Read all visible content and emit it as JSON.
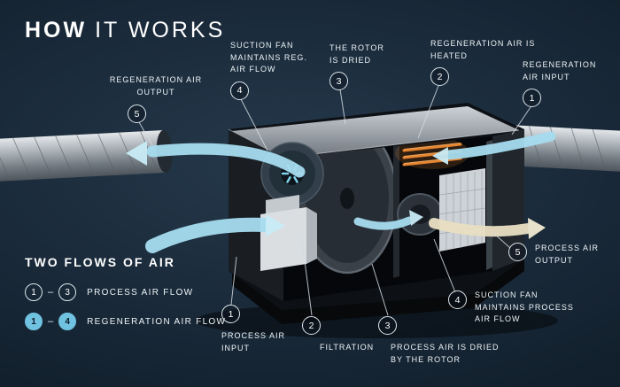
{
  "title": {
    "bold": "HOW",
    "light": "IT WORKS"
  },
  "callouts": [
    {
      "id": "regeneration-air-output",
      "num": "5",
      "label": "REGENERATION AIR OUTPUT"
    },
    {
      "id": "suction-fan-reg-air-flow",
      "num": "4",
      "label": "SUCTION FAN MAINTAINS REG. AIR FLOW"
    },
    {
      "id": "rotor-is-dried",
      "num": "3",
      "label": "THE ROTOR IS DRIED"
    },
    {
      "id": "regeneration-air-heated",
      "num": "2",
      "label": "REGENERATION AIR IS HEATED"
    },
    {
      "id": "regeneration-air-input",
      "num": "1",
      "label": "REGENERATION AIR INPUT"
    },
    {
      "id": "process-air-input",
      "num": "1",
      "label": "PROCESS AIR INPUT"
    },
    {
      "id": "filtration",
      "num": "2",
      "label": "FILTRATION"
    },
    {
      "id": "process-air-dried-by-rotor",
      "num": "3",
      "label": "PROCESS AIR IS DRIED BY THE ROTOR"
    },
    {
      "id": "suction-fan-process-air-flow",
      "num": "4",
      "label": "SUCTION FAN MAINTAINS PROCESS AIR FLOW"
    },
    {
      "id": "process-air-output",
      "num": "5",
      "label": "PROCESS AIR OUTPUT"
    }
  ],
  "legend": {
    "title": "TWO FLOWS OF AIR",
    "rows": [
      {
        "from": "1",
        "dash": "–",
        "to": "3",
        "label": "PROCESS AIR FLOW",
        "type": "process"
      },
      {
        "from": "1",
        "dash": "–",
        "to": "4",
        "label": "REGENERATION AIR FLOW",
        "type": "regeneration"
      }
    ]
  },
  "colors": {
    "background": "#15222e",
    "flow_blue": "#a6dcef",
    "flow_cream": "#e9dfc2",
    "heater_orange": "#e5832f",
    "text": "#ffffff"
  }
}
